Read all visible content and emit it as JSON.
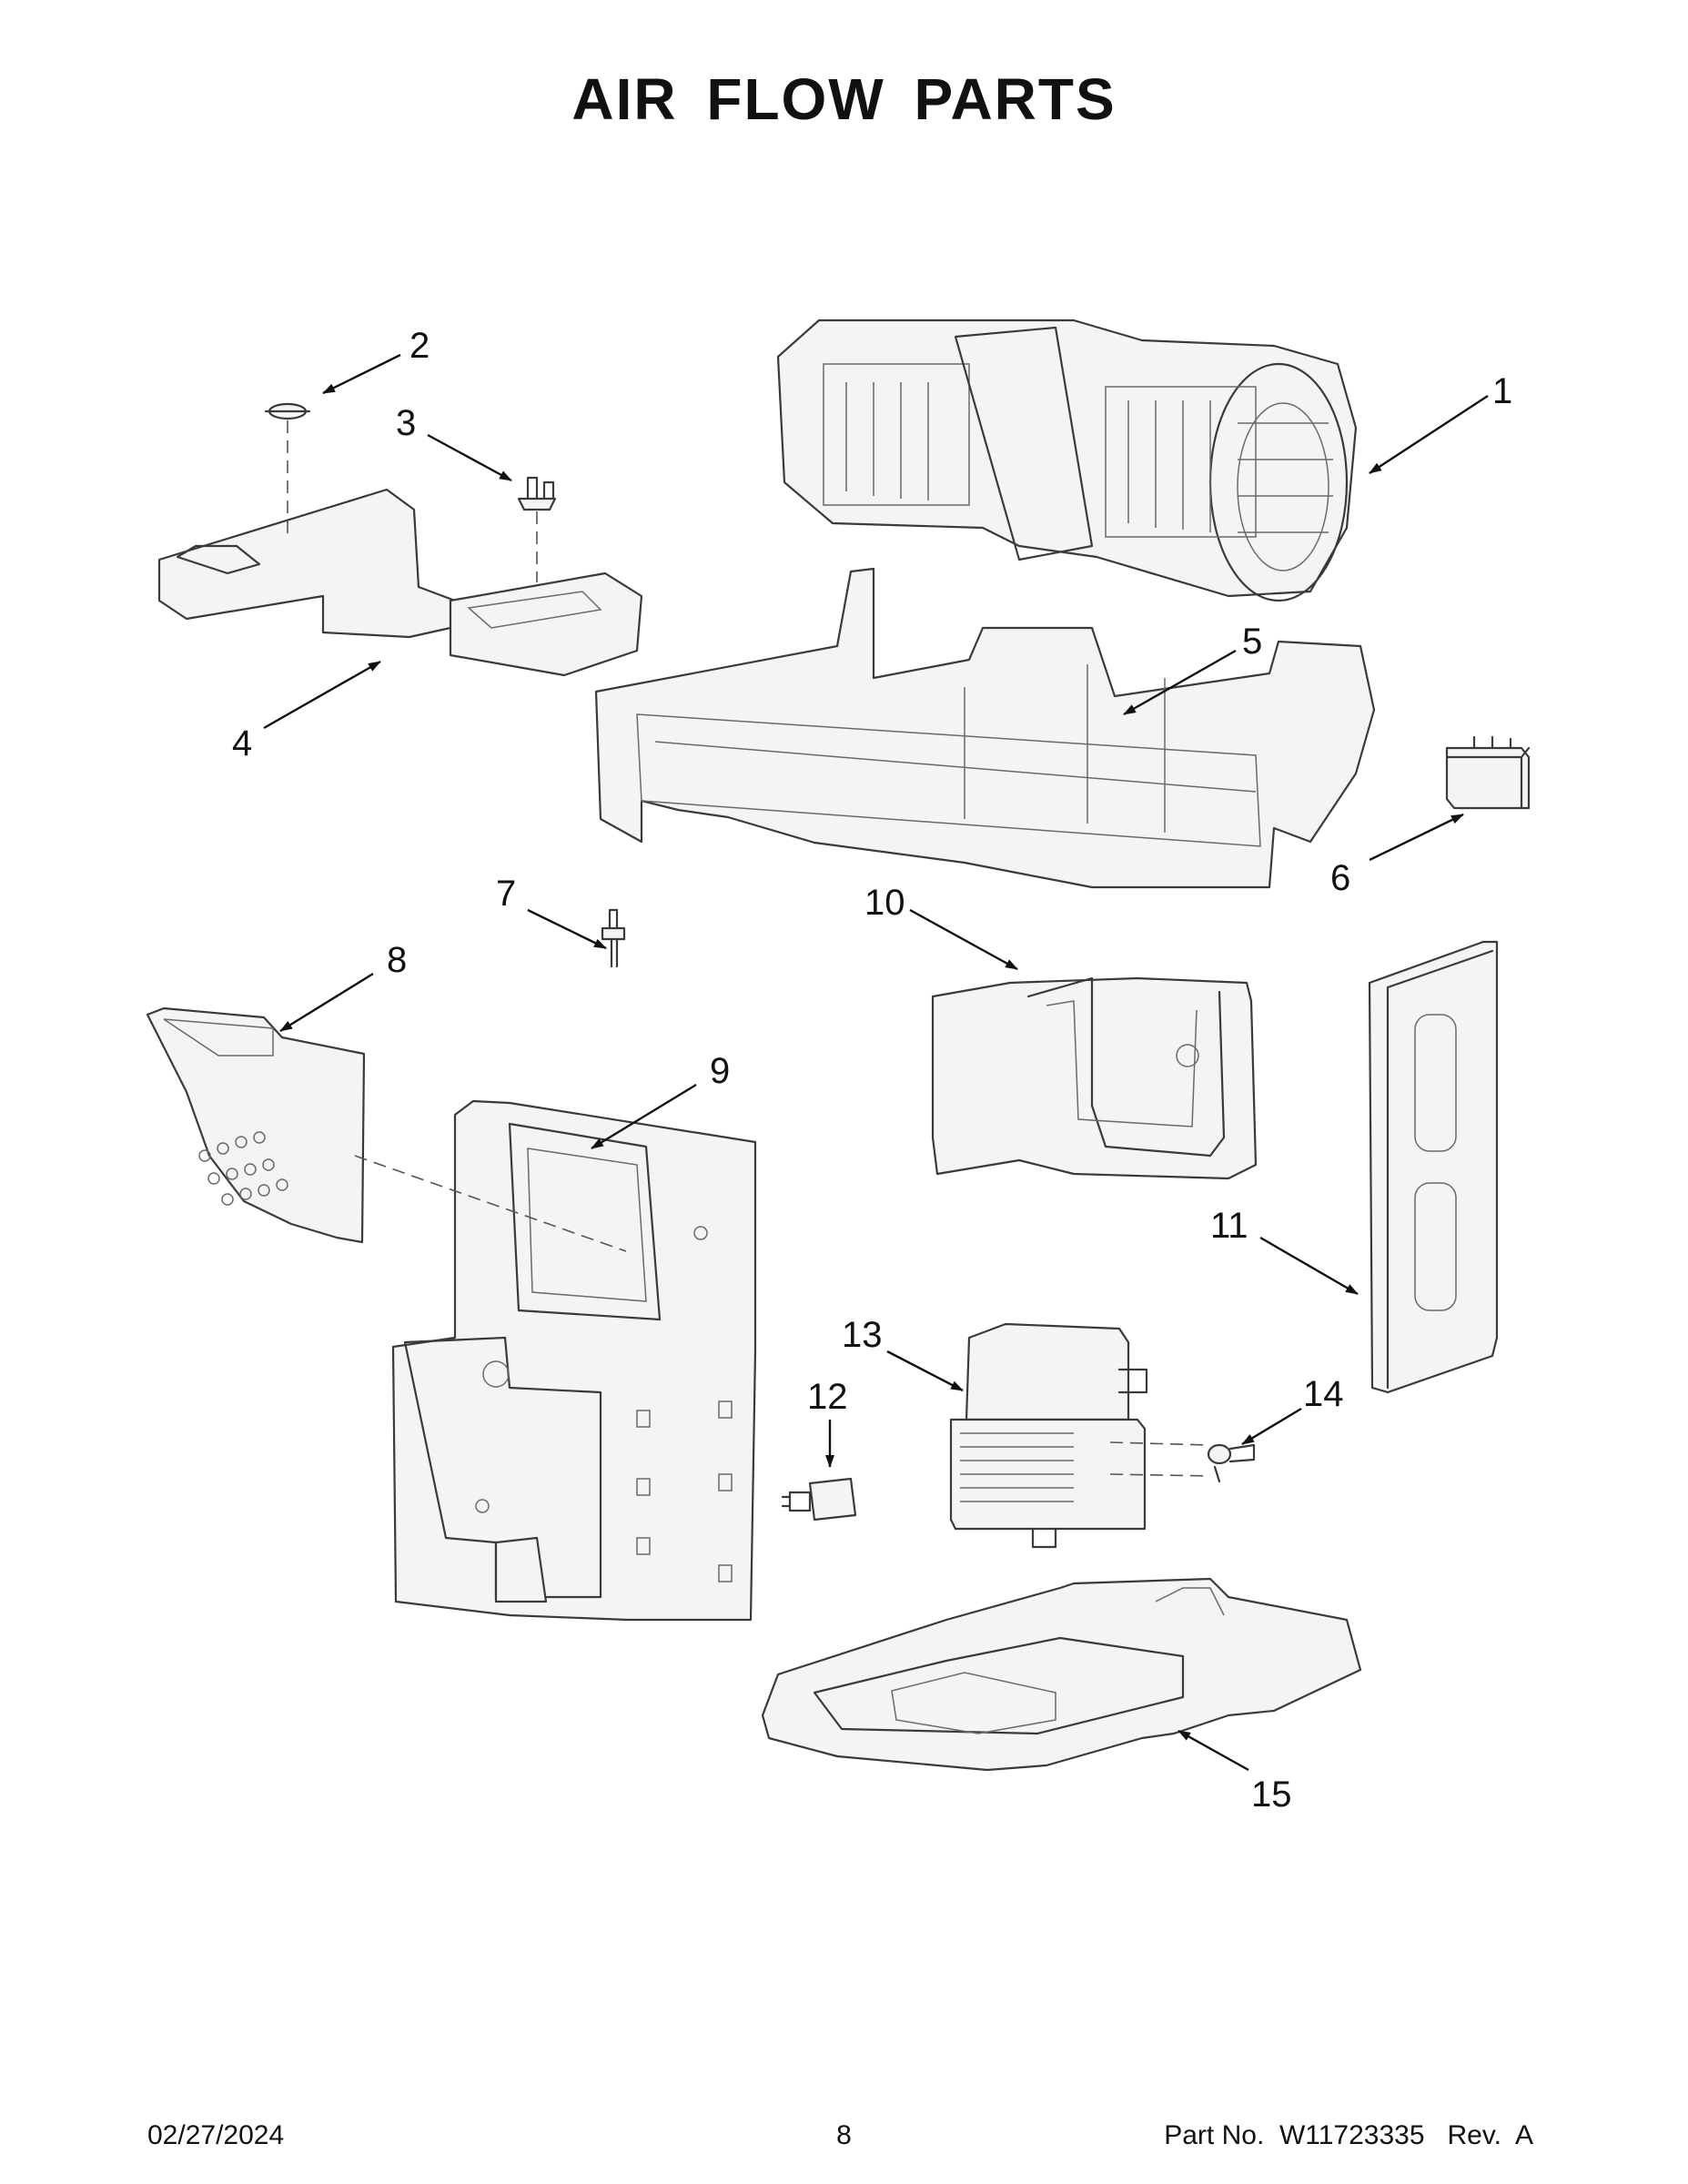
{
  "page": {
    "title": "AIR FLOW PARTS"
  },
  "callouts": [
    "1",
    "2",
    "3",
    "4",
    "5",
    "6",
    "7",
    "8",
    "9",
    "10",
    "11",
    "12",
    "13",
    "14",
    "15"
  ],
  "footer": {
    "date": "02/27/2024",
    "page_number": "8",
    "part_number": "Part No.  W11723335   Rev.  A"
  }
}
